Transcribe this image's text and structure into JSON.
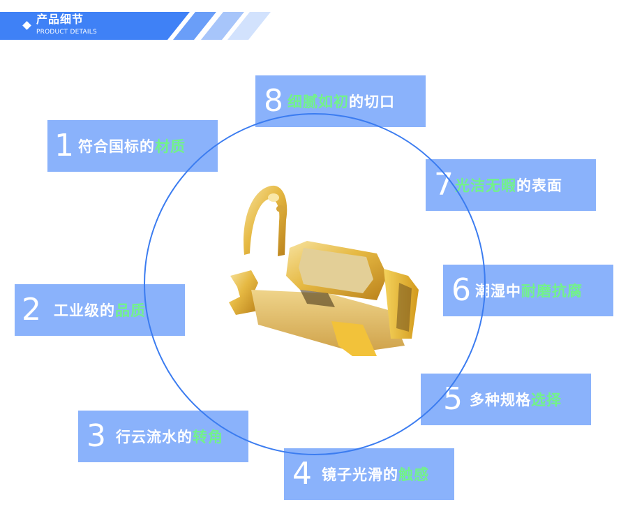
{
  "header": {
    "title": "产品细节",
    "subtitle": "PRODUCT DETAILS",
    "bar_color": "#3f81f6",
    "stripe_colors": [
      "#6a9ef8",
      "#a7c5fa",
      "#d2e2fd"
    ]
  },
  "colors": {
    "box_background": "#8ab2fb",
    "highlight_text": "#72f28a",
    "normal_text": "#ffffff",
    "circle_stroke": "#3b7cf0"
  },
  "product": {
    "icon": "gold-terminal-connector-image"
  },
  "features": [
    {
      "number": "1",
      "plain_before": "符合国标的",
      "highlight": "材质",
      "plain_after": ""
    },
    {
      "number": "2",
      "plain_before": "工业级的",
      "highlight": "品质",
      "plain_after": ""
    },
    {
      "number": "3",
      "plain_before": "行云流水的",
      "highlight": "转角",
      "plain_after": ""
    },
    {
      "number": "4",
      "plain_before": "镜子光滑的",
      "highlight": "触感",
      "plain_after": ""
    },
    {
      "number": "5",
      "plain_before": "多种规格",
      "highlight": "选择",
      "plain_after": ""
    },
    {
      "number": "6",
      "plain_before": "潮湿中",
      "highlight": "耐磨抗腐",
      "plain_after": ""
    },
    {
      "number": "7",
      "plain_before": "",
      "highlight": "光洁无暇",
      "plain_after": "的表面"
    },
    {
      "number": "8",
      "plain_before": "",
      "highlight": "细腻如初",
      "plain_after": "的切口"
    }
  ]
}
